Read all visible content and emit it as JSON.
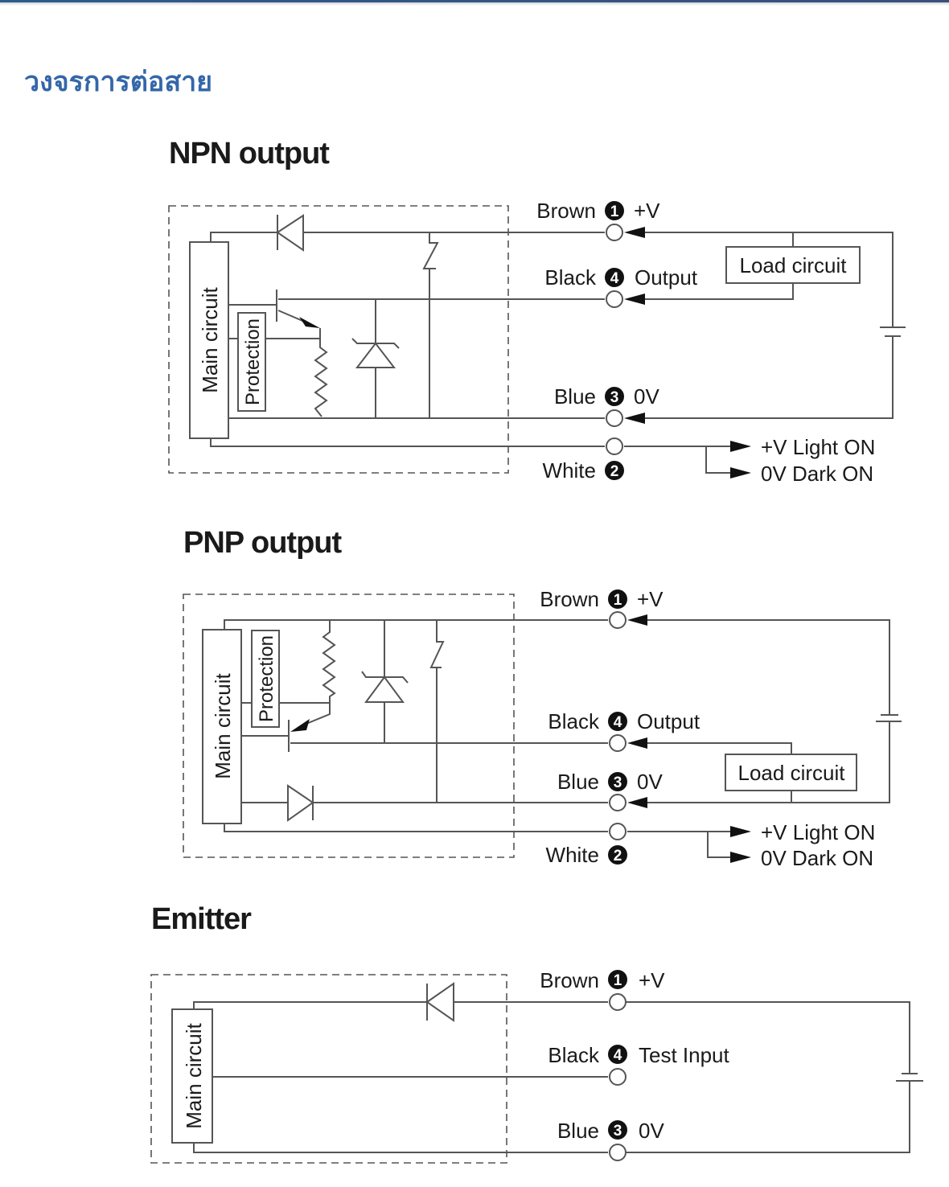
{
  "page": {
    "title": "วงจรการต่อสาย",
    "title_color": "#3467a8"
  },
  "npn": {
    "title": "NPN output",
    "main_circuit": "Main circuit",
    "protection": "Protection",
    "load_circuit": "Load circuit",
    "terminals": [
      {
        "color": "Brown",
        "number": "1",
        "function": "+V"
      },
      {
        "color": "Black",
        "number": "4",
        "function": "Output"
      },
      {
        "color": "Blue",
        "number": "3",
        "function": "0V"
      },
      {
        "color": "White",
        "number": "2",
        "function": ""
      }
    ],
    "white_options": [
      "+V Light ON",
      "0V Dark ON"
    ]
  },
  "pnp": {
    "title": "PNP output",
    "main_circuit": "Main circuit",
    "protection": "Protection",
    "load_circuit": "Load circuit",
    "terminals": [
      {
        "color": "Brown",
        "number": "1",
        "function": "+V"
      },
      {
        "color": "Black",
        "number": "4",
        "function": "Output"
      },
      {
        "color": "Blue",
        "number": "3",
        "function": "0V"
      },
      {
        "color": "White",
        "number": "2",
        "function": ""
      }
    ],
    "white_options": [
      "+V Light ON",
      "0V Dark ON"
    ]
  },
  "emitter": {
    "title": "Emitter",
    "main_circuit": "Main circuit",
    "terminals": [
      {
        "color": "Brown",
        "number": "1",
        "function": "+V"
      },
      {
        "color": "Black",
        "number": "4",
        "function": "Test Input"
      },
      {
        "color": "Blue",
        "number": "3",
        "function": "0V"
      }
    ]
  }
}
